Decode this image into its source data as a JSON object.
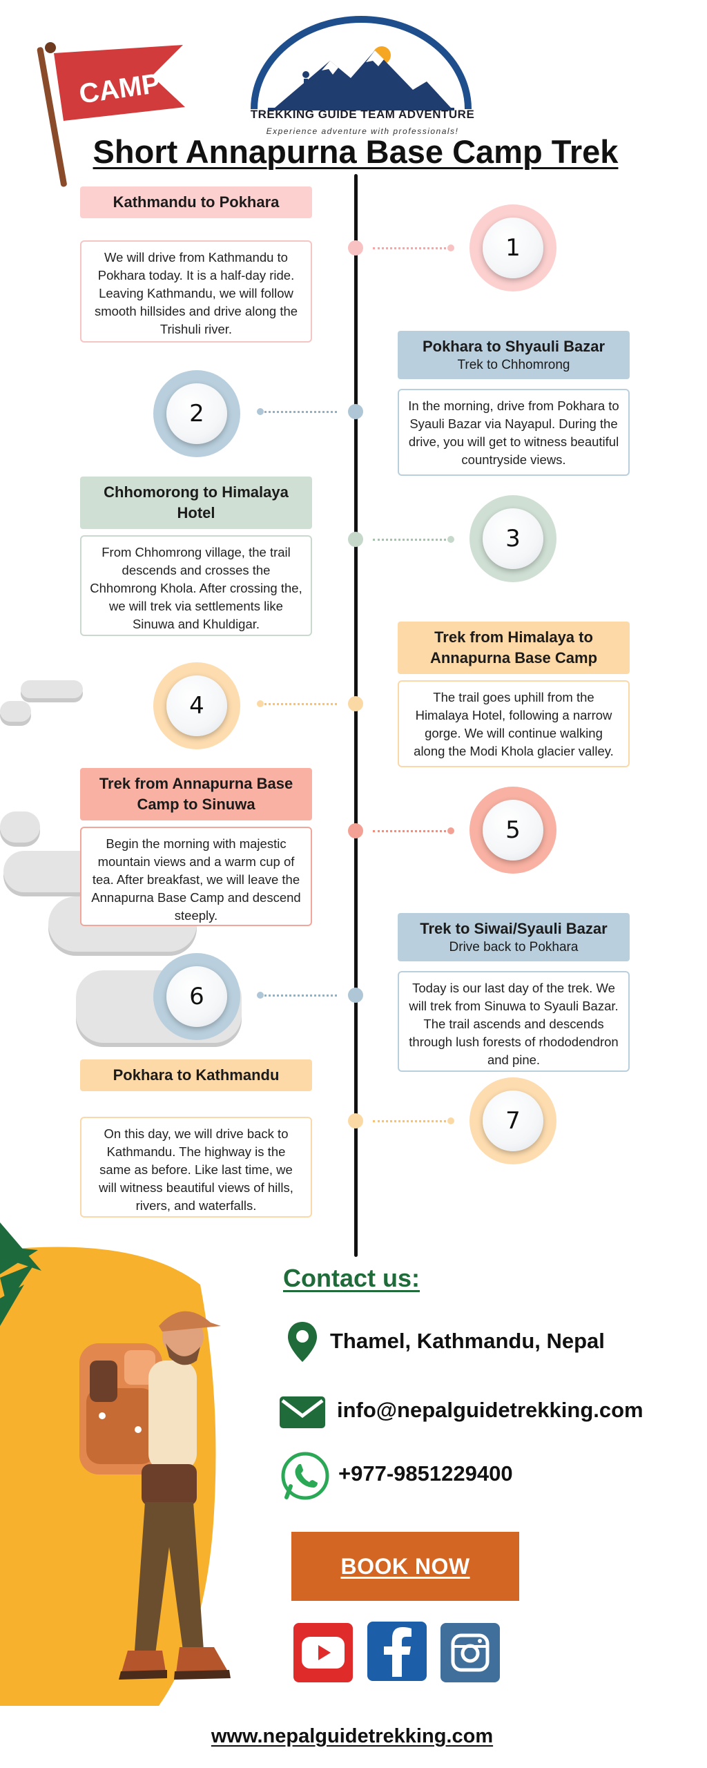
{
  "header": {
    "flag_text": "CAMP",
    "brand_name": "TREKKING GUIDE TEAM ADVENTURE",
    "brand_tagline": "Experience adventure with professionals!",
    "title": "Short Annapurna Base Camp Trek"
  },
  "days": [
    {
      "number": "1",
      "title": "Kathmandu to Pokhara",
      "subtitle": "",
      "description": "We will drive from Kathmandu to Pokhara today. It is a half-day ride. Leaving Kathmandu, we will follow smooth hillsides and drive along the Trishuli river."
    },
    {
      "number": "2",
      "title": "Pokhara to Shyauli Bazar",
      "subtitle": "Trek to Chhomrong",
      "description": "In the morning, drive from Pokhara to Syauli Bazar via Nayapul. During the drive, you will get to witness beautiful countryside views."
    },
    {
      "number": "3",
      "title": "Chhomorong to Himalaya Hotel",
      "subtitle": "",
      "description": "From Chhomrong village, the trail descends and crosses the Chhomrong Khola. After crossing the, we will trek via settlements like Sinuwa and Khuldigar."
    },
    {
      "number": "4",
      "title": "Trek from Himalaya to Annapurna Base Camp",
      "subtitle": "",
      "description": "The trail goes uphill from the Himalaya Hotel, following a narrow gorge. We will continue walking along the Modi Khola glacier valley."
    },
    {
      "number": "5",
      "title": "Trek from Annapurna Base Camp to Sinuwa",
      "subtitle": "",
      "description": "Begin the morning with majestic mountain views and a warm cup of tea. After breakfast, we will leave the Annapurna Base Camp and descend steeply."
    },
    {
      "number": "6",
      "title": "Trek to Siwai/Syauli Bazar",
      "subtitle": "Drive back to Pokhara",
      "description": "Today is our last day of the trek. We will trek from Sinuwa to Syauli Bazar. The trail ascends and descends through lush forests of rhododendron and pine."
    },
    {
      "number": "7",
      "title": "Pokhara to Kathmandu",
      "subtitle": "",
      "description": "On this day, we will drive back to Kathmandu. The highway is the same as before. Like last time, we will witness beautiful views of hills, rivers, and waterfalls."
    }
  ],
  "contact": {
    "heading": "Contact us:",
    "address": "Thamel, Kathmandu, Nepal",
    "email": "info@nepalguidetrekking.com",
    "phone": "+977-9851229400",
    "book_label": "BOOK NOW",
    "website": "www.nepalguidetrekking.com"
  },
  "social": [
    "youtube-icon",
    "facebook-icon",
    "instagram-icon"
  ],
  "colors": {
    "pink": "#fbd0cf",
    "blue": "#b9cfdd",
    "green": "#cfdfd3",
    "yellow": "#fdd9a8",
    "salmon": "#f8b1a2",
    "contact_green": "#1f6b3a",
    "book_orange": "#d36622",
    "bg_yellow": "#f8b12c"
  }
}
